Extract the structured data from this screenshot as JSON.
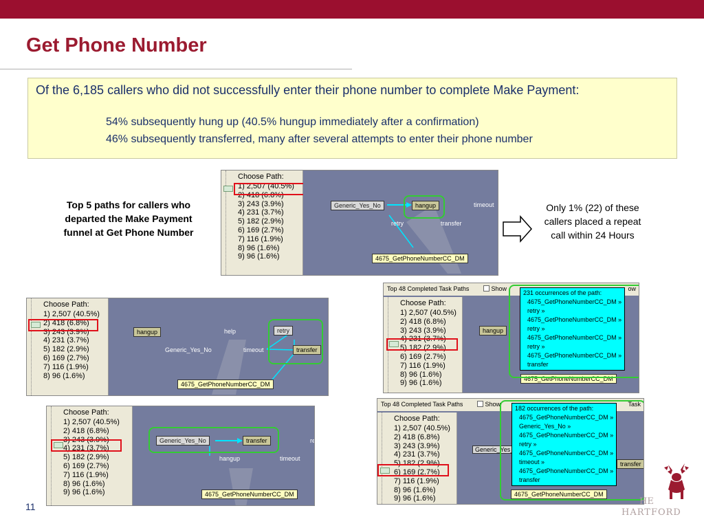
{
  "slide": {
    "title": "Get Phone Number",
    "page_number": "11",
    "logo_text_1": "HE",
    "logo_text_2": "HARTFORD"
  },
  "callout": {
    "lead": "Of the 6,185 callers who did not successfully enter their phone number to complete Make Payment:",
    "bullet_1": "54% subsequently hung up (40.5% hungup immediately after a confirmation)",
    "bullet_2": "46% subsequently transferred, many after several attempts to enter their phone number"
  },
  "side_note": "Top 5 paths for callers who departed the Make Payment funnel at Get Phone Number",
  "right_note": "Only 1% (22) of these callers placed a repeat call within 24 Hours",
  "paths": {
    "header": "Choose Path:",
    "items": [
      "1) 2,507 (40.5%)",
      "2) 418 (6.8%)",
      "3) 243 (3.9%)",
      "4) 231 (3.7%)",
      "5) 182 (2.9%)",
      "6) 169 (2.7%)",
      "7) 116 (1.9%)",
      "8) 96 (1.6%)",
      "9) 96 (1.6%)"
    ]
  },
  "nodes": {
    "generic": "Generic_Yes_No",
    "hangup": "hangup",
    "transfer": "transfer",
    "retry": "retry",
    "timeout": "timeout",
    "help": "help",
    "dm": "4675_GetPhoneNumberCC_DM",
    "re": "re"
  },
  "task_header": {
    "title": "Top 48 Completed Task Paths",
    "show": "Show",
    "ow": "ow",
    "ask": "Task"
  },
  "tooltip_231": {
    "head": "231 occurrences of the path:",
    "lines": [
      "4675_GetPhoneNumberCC_DM »",
      "retry »",
      "4675_GetPhoneNumberCC_DM »",
      "retry »",
      "4675_GetPhoneNumberCC_DM »",
      "retry »",
      "4675_GetPhoneNumberCC_DM »",
      "transfer"
    ]
  },
  "tooltip_182": {
    "head": "182 occurrences of the path:",
    "lines": [
      "4675_GetPhoneNumberCC_DM »",
      "Generic_Yes_No »",
      "4675_GetPhoneNumberCC_DM »",
      "retry »",
      "4675_GetPhoneNumberCC_DM »",
      "timeout »",
      "4675_GetPhoneNumberCC_DM »",
      "transfer"
    ]
  },
  "colors": {
    "brand": "#9b0f2f",
    "callout_bg": "#ffffcc",
    "highlight_red": "#e0101a",
    "highlight_green": "#33cc33",
    "tooltip_bg": "#00ffff"
  }
}
